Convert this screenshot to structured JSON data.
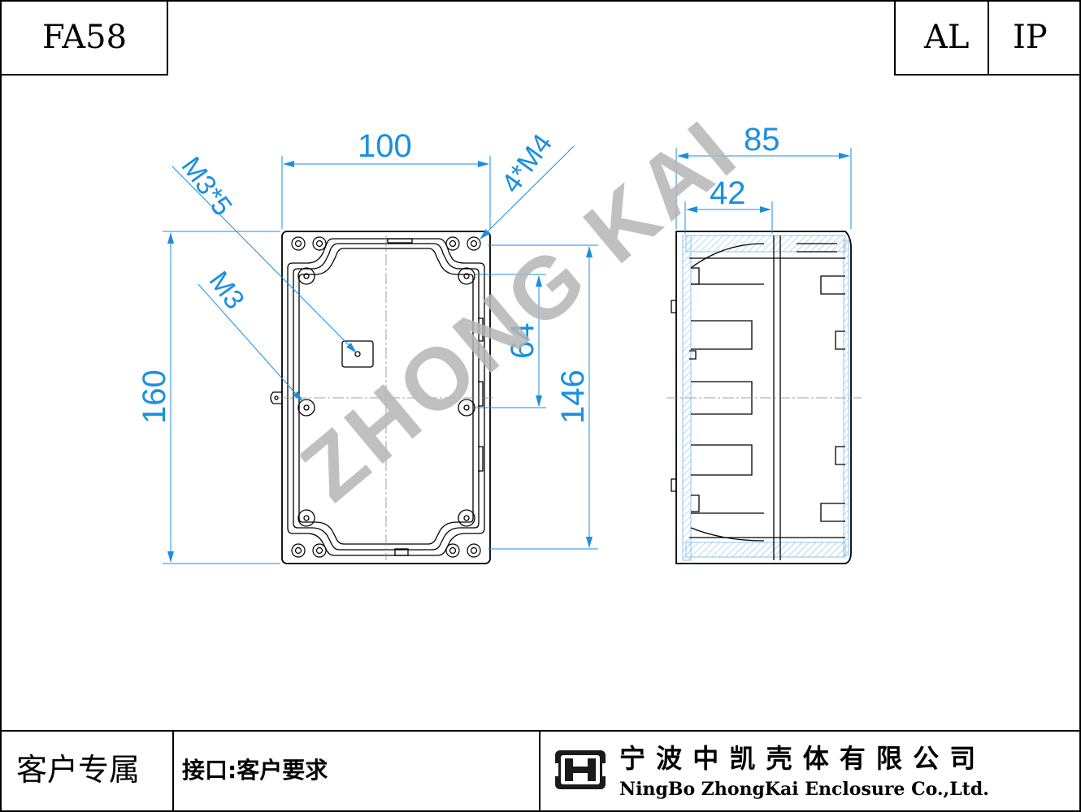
{
  "header": {
    "model": "FA58",
    "material": "AL",
    "rating": "IP"
  },
  "drawing": {
    "watermark": "ZHONG KAI",
    "dims": {
      "top_width": "100",
      "height": "160",
      "inner_height": "146",
      "hole_spacing": "64",
      "side_depth": "85",
      "side_inner": "42",
      "callout_screw_lid": "M3*5",
      "callout_m3": "M3",
      "callout_m4": "4*M4"
    },
    "accent_color": "#1a8fe0",
    "watermark_color": "#b5b5b5"
  },
  "footer": {
    "owner": "客户专属",
    "interface": "接口:客户要求",
    "company_cn": "宁 波 中 凯 壳 体 有 限 公 司",
    "company_en": "NingBo ZhongKai Enclosure Co.,Ltd.",
    "logo_icon": "zhongkai-logo-icon"
  }
}
